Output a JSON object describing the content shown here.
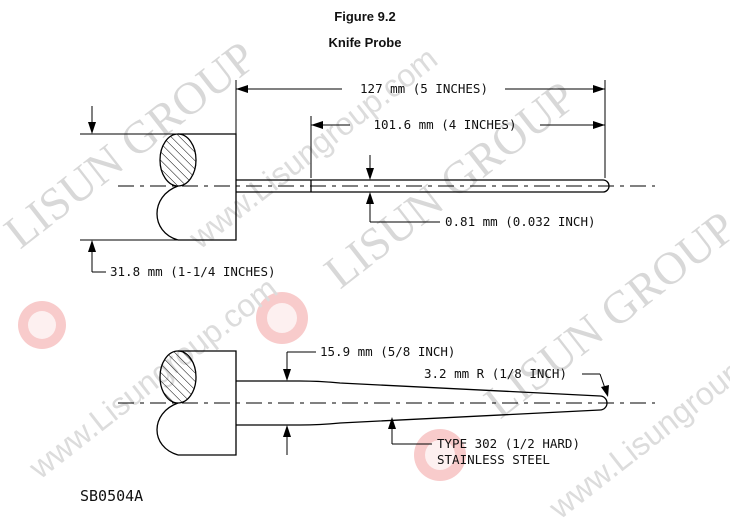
{
  "figure": {
    "number": "Figure 9.2",
    "title": "Knife Probe",
    "code": "SB0504A"
  },
  "watermark": {
    "brand": "LISUN GROUP",
    "site": "www.Lisungroup.com",
    "colors": {
      "logo": "#f2a0a0",
      "text": "#d8d8d8"
    }
  },
  "top_view": {
    "overall_length": "127 mm (5 INCHES)",
    "rod_length": "101.6 mm (4 INCHES)",
    "rod_diameter": "0.81 mm (0.032 INCH)",
    "handle_diameter": "31.8 mm (1-1/4 INCHES)"
  },
  "bottom_view": {
    "base_width": "15.9 mm (5/8 INCH)",
    "tip_radius": "3.2 mm R (1/8 INCH)",
    "material_line1": "TYPE 302 (1/2 HARD)",
    "material_line2": "STAINLESS STEEL"
  }
}
